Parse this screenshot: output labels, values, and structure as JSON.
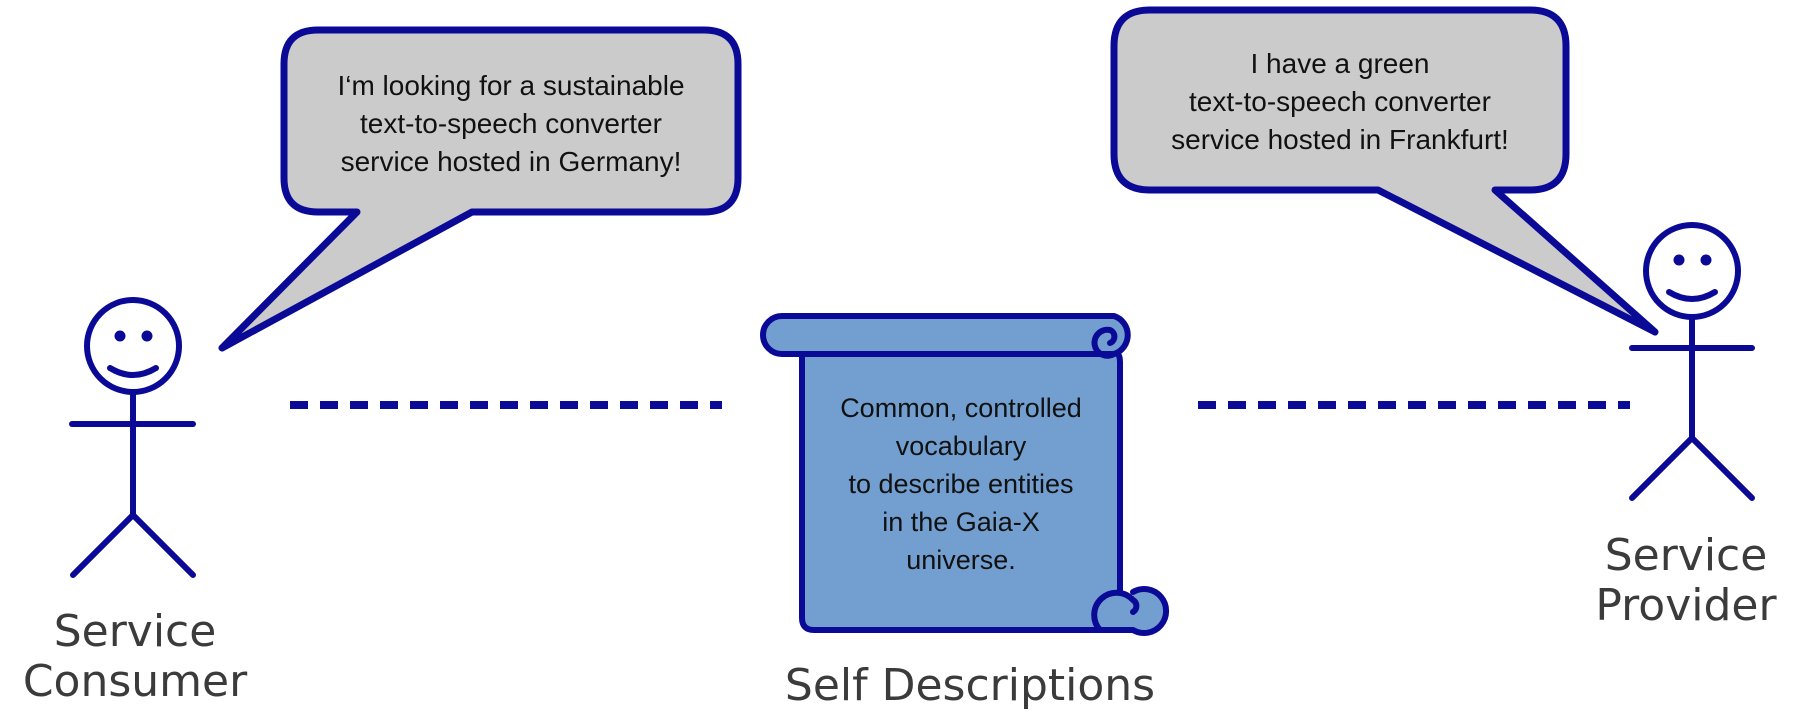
{
  "colors": {
    "stroke": "#0a0a96",
    "bubble_fill": "#cbcbcb",
    "scroll_fill": "#729fcf",
    "label_text": "#3b3b3b"
  },
  "consumer": {
    "label": [
      "Service",
      "Consumer"
    ],
    "speech": [
      "I‘m looking for a sustainable",
      "text-to-speech converter",
      "service hosted in Germany!"
    ]
  },
  "provider": {
    "label": [
      "Service",
      "Provider"
    ],
    "speech": [
      "I have a green",
      "text-to-speech converter",
      "service hosted in Frankfurt!"
    ]
  },
  "self_descriptions": {
    "label": "Self Descriptions",
    "text": [
      "Common, controlled",
      "vocabulary",
      "to describe entities",
      "in the Gaia-X",
      "universe."
    ]
  }
}
